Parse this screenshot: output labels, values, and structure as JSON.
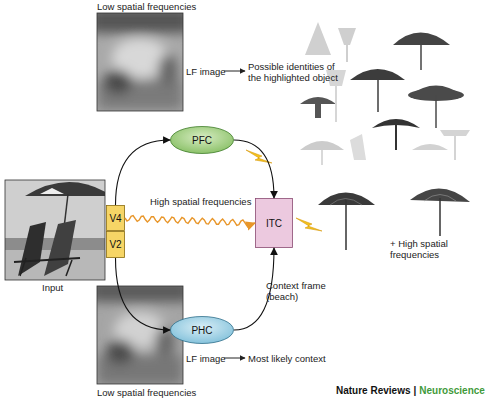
{
  "diagram": {
    "nodes": [
      {
        "text": [
          "PFC"
        ]
      },
      {
        "text": [
          "V4"
        ]
      },
      {
        "text": [
          "V2"
        ]
      },
      {
        "text": [
          "ITC"
        ]
      },
      {
        "text": [
          "PHC"
        ]
      }
    ],
    "edges": [
      {
        "from": 1,
        "to": 0,
        "arrow": "to"
      },
      {
        "from": 0,
        "to": 3,
        "arrow": "to"
      },
      {
        "from": 1,
        "to": 3,
        "label": "High spatial frequencies",
        "arrow": "to"
      },
      {
        "from": 2,
        "to": 4,
        "arrow": "to"
      },
      {
        "from": 4,
        "to": 3,
        "label": "Context frame (beach)",
        "arrow": "to"
      }
    ],
    "labels": [
      "Low spatial frequencies",
      "LF image",
      "Possible identities of the highlighted object",
      "Input",
      "+ High spatial frequencies",
      "Low spatial frequencies",
      "LF image",
      "Most likely context",
      "Nature Reviews",
      "|",
      "Neuroscience"
    ]
  }
}
